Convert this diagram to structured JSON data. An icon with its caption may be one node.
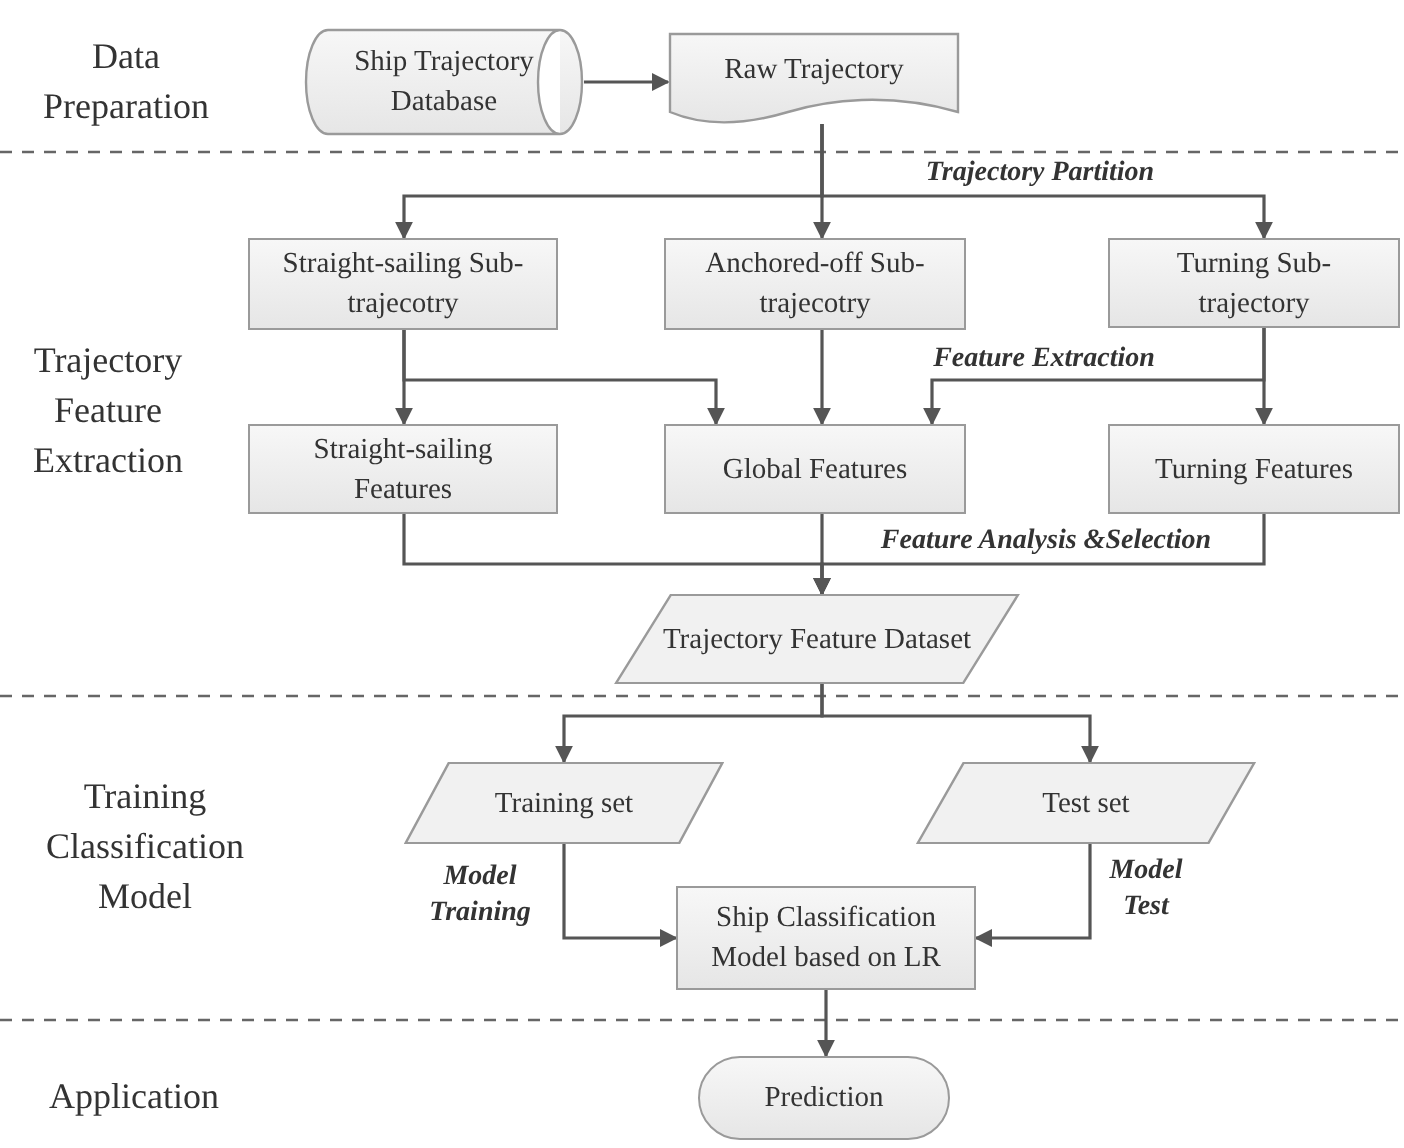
{
  "diagram": {
    "nodes": [
      {
        "text": [
          "Ship Trajectory Database"
        ]
      },
      {
        "text": [
          "Raw Trajectory"
        ]
      },
      {
        "text": [
          "Straight-sailing Sub-trajecotry"
        ]
      },
      {
        "text": [
          "Anchored-off Sub-trajecotry"
        ]
      },
      {
        "text": [
          "Turning Sub-trajectory"
        ]
      },
      {
        "text": [
          "Straight-sailing Features"
        ]
      },
      {
        "text": [
          "Global Features"
        ]
      },
      {
        "text": [
          "Turning Features"
        ]
      },
      {
        "text": [
          "Trajectory Feature Dataset"
        ]
      },
      {
        "text": [
          "Training set"
        ]
      },
      {
        "text": [
          "Test set"
        ]
      },
      {
        "text": [
          "Ship Classification Model based on LR"
        ]
      },
      {
        "text": [
          "Prediction"
        ]
      }
    ],
    "edges": [
      {
        "from": 0,
        "to": 1,
        "arrow": "to"
      },
      {
        "from": 1,
        "to": 2,
        "arrow": "to"
      },
      {
        "from": 1,
        "to": 3,
        "arrow": "to"
      },
      {
        "from": 1,
        "to": 4,
        "arrow": "to",
        "label": "Trajectory Partition"
      },
      {
        "from": 2,
        "to": 5,
        "arrow": "to"
      },
      {
        "from": 2,
        "to": 6,
        "arrow": "to"
      },
      {
        "from": 3,
        "to": 6,
        "arrow": "to"
      },
      {
        "from": 4,
        "to": 6,
        "arrow": "to",
        "label": "Feature Extraction"
      },
      {
        "from": 4,
        "to": 7,
        "arrow": "to"
      },
      {
        "from": 5,
        "to": 8,
        "arrow": "to"
      },
      {
        "from": 6,
        "to": 8,
        "arrow": "to"
      },
      {
        "from": 7,
        "to": 8,
        "arrow": "to",
        "label": "Feature Analysis &Selection"
      },
      {
        "from": 8,
        "to": 9,
        "arrow": "to"
      },
      {
        "from": 8,
        "to": 10,
        "arrow": "to"
      },
      {
        "from": 9,
        "to": 11,
        "arrow": "to",
        "label": "Model Training"
      },
      {
        "from": 10,
        "to": 11,
        "arrow": "to",
        "label": "Model Test"
      },
      {
        "from": 11,
        "to": 12,
        "arrow": "to"
      }
    ],
    "labels": [
      "Data Preparation",
      "Trajectory Feature Extraction",
      "Training Classification Model",
      "Application"
    ]
  }
}
